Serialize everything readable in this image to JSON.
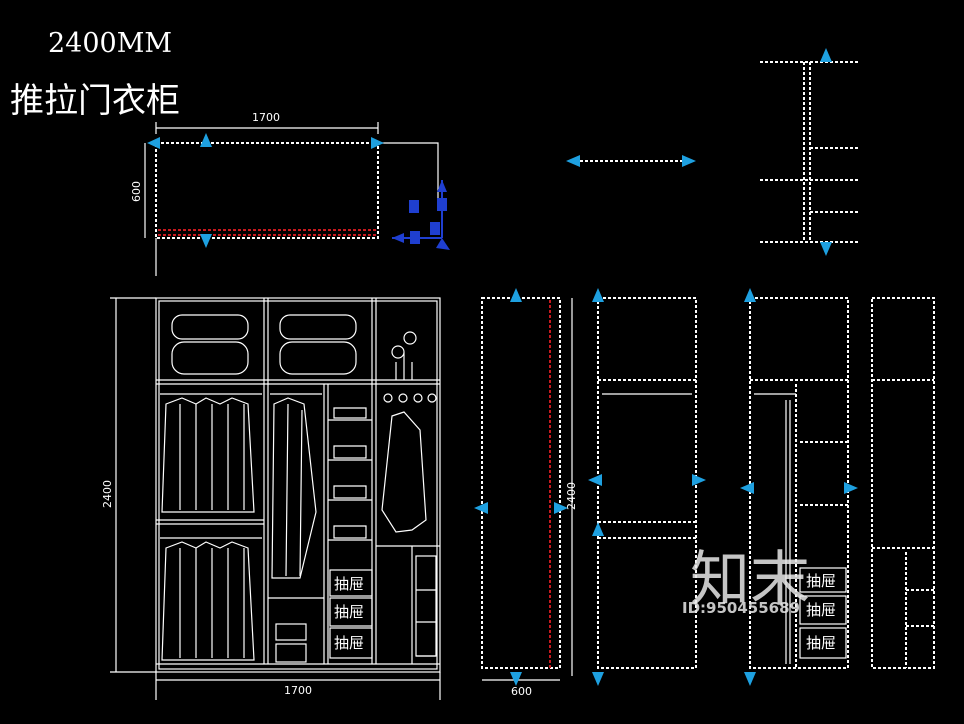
{
  "title": {
    "size": "2400MM",
    "name": "推拉门衣柜"
  },
  "dimensions": {
    "plan_width": "1700",
    "plan_depth": "600",
    "front_height": "2400",
    "front_width": "1700",
    "side_height": "2400",
    "side_depth": "600"
  },
  "drawers": [
    "抽屉",
    "抽屉",
    "抽屉",
    "抽屉",
    "抽屉",
    "抽屉"
  ],
  "watermark": {
    "brand": "知末",
    "id": "ID:950455689"
  },
  "colors": {
    "background": "#000000",
    "lines": "#ffffff",
    "grip": "#1ea0e0",
    "selection": "#1f3fd0",
    "accent_line": "#c8191e"
  }
}
